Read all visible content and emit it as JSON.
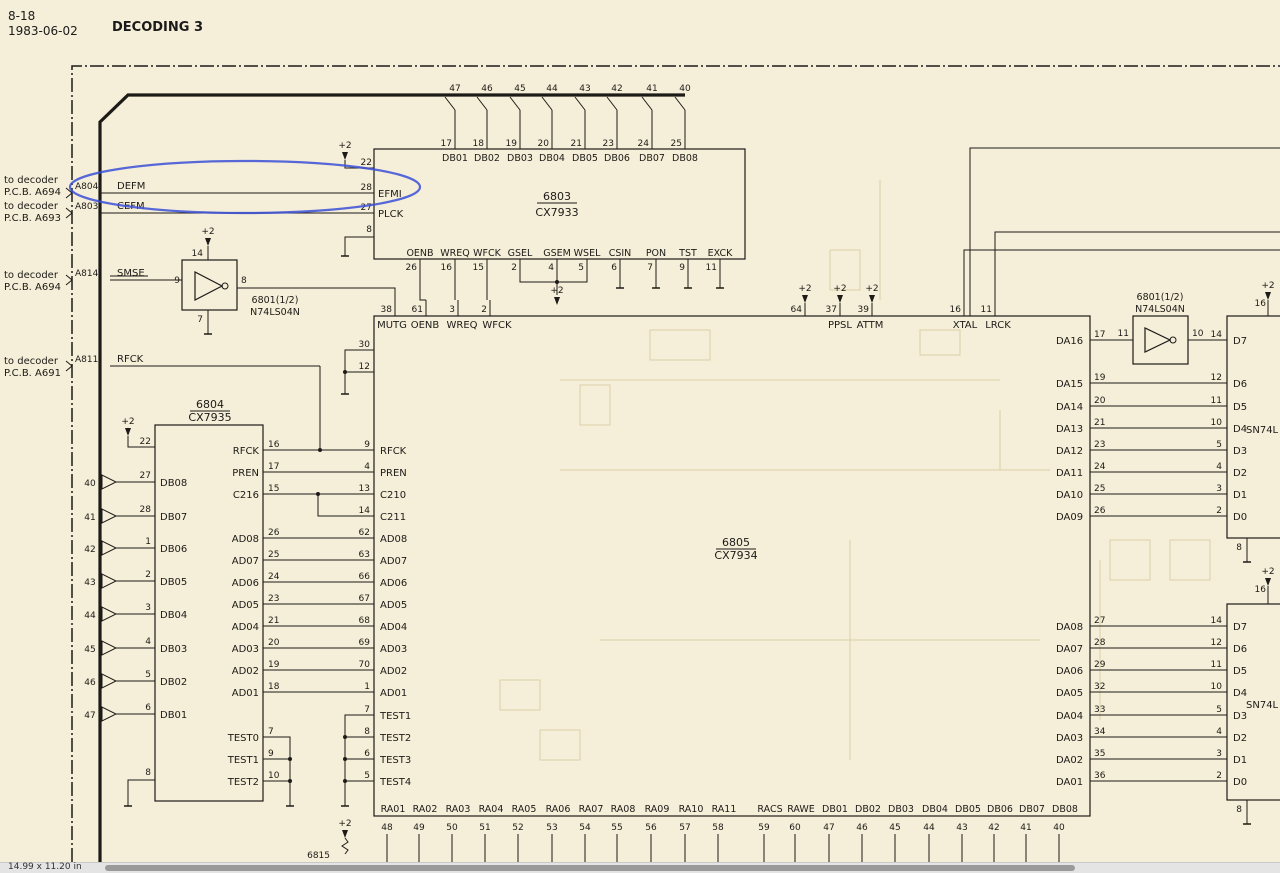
{
  "header": {
    "page_number": "8-18",
    "date": "1983-06-02",
    "title": "DECODING 3"
  },
  "status_bar": {
    "dimensions": "14.99 x 11.20 in"
  },
  "colors": {
    "paper": "#f5eed8",
    "ink": "#1d1b18",
    "highlight": "#3a4fd8"
  },
  "power_label": "+2",
  "offsheet": [
    {
      "label": "to decoder",
      "pcb": "P.C.B. A694",
      "ref": "A804",
      "signal": "DEFM"
    },
    {
      "label": "to decoder",
      "pcb": "P.C.B. A693",
      "ref": "A803",
      "signal": "CEFM"
    },
    {
      "label": "to decoder",
      "pcb": "P.C.B. A694",
      "ref": "A814",
      "signal": "SMSE"
    },
    {
      "label": "to decoder",
      "pcb": "P.C.B. A691",
      "ref": "A811",
      "signal": "RFCK"
    }
  ],
  "ic_6803": {
    "ref": "6803",
    "part": "CX7933",
    "top_pins": [
      {
        "name": "DB01",
        "pin": "17",
        "bus": "47"
      },
      {
        "name": "DB02",
        "pin": "18",
        "bus": "46"
      },
      {
        "name": "DB03",
        "pin": "19",
        "bus": "45"
      },
      {
        "name": "DB04",
        "pin": "20",
        "bus": "44"
      },
      {
        "name": "DB05",
        "pin": "21",
        "bus": "43"
      },
      {
        "name": "DB06",
        "pin": "23",
        "bus": "42"
      },
      {
        "name": "DB07",
        "pin": "24",
        "bus": "41"
      },
      {
        "name": "DB08",
        "pin": "25",
        "bus": "40"
      }
    ],
    "left_pins": [
      {
        "name": "",
        "pin": "22"
      },
      {
        "name": "EFMI",
        "pin": "28"
      },
      {
        "name": "PLCK",
        "pin": "27"
      },
      {
        "name": "",
        "pin": "8"
      }
    ],
    "bottom_pins": [
      {
        "name": "OENB",
        "pin": "26"
      },
      {
        "name": "WREQ",
        "pin": "16"
      },
      {
        "name": "WFCK",
        "pin": "15"
      },
      {
        "name": "GSEL",
        "pin": "2"
      },
      {
        "name": "GSEM",
        "pin": "4"
      },
      {
        "name": "WSEL",
        "pin": "5"
      },
      {
        "name": "CSIN",
        "pin": "6"
      },
      {
        "name": "PON",
        "pin": "7"
      },
      {
        "name": "TST",
        "pin": "9"
      },
      {
        "name": "EXCK",
        "pin": "11"
      }
    ]
  },
  "buffer_left": {
    "ref": "6801(1/2)",
    "part": "N74LS04N",
    "pin_in": "9",
    "pin_out": "8",
    "pin_vcc": "14",
    "pin_gnd": "7"
  },
  "buffer_right": {
    "ref": "6801(1/2)",
    "part": "N74LS04N",
    "pin_in": "11",
    "pin_out": "10"
  },
  "ic_6804": {
    "ref": "6804",
    "part": "CX7935",
    "vcc_pin": "22",
    "gnd_pin": "8",
    "left_pins": [
      {
        "name": "DB08",
        "pin": "27",
        "bus": "40"
      },
      {
        "name": "DB07",
        "pin": "28",
        "bus": "41"
      },
      {
        "name": "DB06",
        "pin": "1",
        "bus": "42"
      },
      {
        "name": "DB05",
        "pin": "2",
        "bus": "43"
      },
      {
        "name": "DB04",
        "pin": "3",
        "bus": "44"
      },
      {
        "name": "DB03",
        "pin": "4",
        "bus": "45"
      },
      {
        "name": "DB02",
        "pin": "5",
        "bus": "46"
      },
      {
        "name": "DB01",
        "pin": "6",
        "bus": "47"
      }
    ],
    "right_pins": [
      {
        "name": "RFCK",
        "pin": "16"
      },
      {
        "name": "PREN",
        "pin": "17"
      },
      {
        "name": "C216",
        "pin": "15"
      },
      {
        "name": "AD08",
        "pin": "26"
      },
      {
        "name": "AD07",
        "pin": "25"
      },
      {
        "name": "AD06",
        "pin": "24"
      },
      {
        "name": "AD05",
        "pin": "23"
      },
      {
        "name": "AD04",
        "pin": "21"
      },
      {
        "name": "AD03",
        "pin": "20"
      },
      {
        "name": "AD02",
        "pin": "19"
      },
      {
        "name": "AD01",
        "pin": "18"
      },
      {
        "name": "TEST0",
        "pin": "7"
      },
      {
        "name": "TEST1",
        "pin": "9"
      },
      {
        "name": "TEST2",
        "pin": "10"
      }
    ]
  },
  "ic_6805": {
    "ref": "6805",
    "part": "CX7934",
    "top_pins": [
      {
        "name": "MUTG",
        "pin": "38"
      },
      {
        "name": "OENB",
        "pin": "61"
      },
      {
        "name": "WREQ",
        "pin": "3"
      },
      {
        "name": "WFCK",
        "pin": "2"
      },
      {
        "name": "PPSL",
        "pin": "64"
      },
      {
        "name": "ATTM",
        "pin": "37"
      },
      {
        "name": "",
        "pin": "39"
      },
      {
        "name": "XTAL",
        "pin": "16"
      },
      {
        "name": "LRCK",
        "pin": "11"
      }
    ],
    "left_pins_top": [
      "30",
      "12"
    ],
    "left_pins": [
      {
        "name": "RFCK",
        "pin": "9"
      },
      {
        "name": "PREN",
        "pin": "4"
      },
      {
        "name": "C210",
        "pin": "13"
      },
      {
        "name": "C211",
        "pin": "14"
      },
      {
        "name": "AD08",
        "pin": "62"
      },
      {
        "name": "AD07",
        "pin": "63"
      },
      {
        "name": "AD06",
        "pin": "66"
      },
      {
        "name": "AD05",
        "pin": "67"
      },
      {
        "name": "AD04",
        "pin": "68"
      },
      {
        "name": "AD03",
        "pin": "69"
      },
      {
        "name": "AD02",
        "pin": "70"
      },
      {
        "name": "AD01",
        "pin": "1"
      },
      {
        "name": "TEST1",
        "pin": "7"
      },
      {
        "name": "TEST2",
        "pin": "8"
      },
      {
        "name": "TEST3",
        "pin": "6"
      },
      {
        "name": "TEST4",
        "pin": "5"
      }
    ],
    "right_pins": [
      {
        "name": "DA16",
        "pin": "17"
      },
      {
        "name": "DA15",
        "pin": "19"
      },
      {
        "name": "DA14",
        "pin": "20"
      },
      {
        "name": "DA13",
        "pin": "21"
      },
      {
        "name": "DA12",
        "pin": "23"
      },
      {
        "name": "DA11",
        "pin": "24"
      },
      {
        "name": "DA10",
        "pin": "25"
      },
      {
        "name": "DA09",
        "pin": "26"
      },
      {
        "name": "DA08",
        "pin": "27"
      },
      {
        "name": "DA07",
        "pin": "28"
      },
      {
        "name": "DA06",
        "pin": "29"
      },
      {
        "name": "DA05",
        "pin": "32"
      },
      {
        "name": "DA04",
        "pin": "33"
      },
      {
        "name": "DA03",
        "pin": "34"
      },
      {
        "name": "DA02",
        "pin": "35"
      },
      {
        "name": "DA01",
        "pin": "36"
      }
    ],
    "bottom_pins": [
      {
        "name": "RA01",
        "pin": "48"
      },
      {
        "name": "RA02",
        "pin": "49"
      },
      {
        "name": "RA03",
        "pin": "50"
      },
      {
        "name": "RA04",
        "pin": "51"
      },
      {
        "name": "RA05",
        "pin": "52"
      },
      {
        "name": "RA06",
        "pin": "53"
      },
      {
        "name": "RA07",
        "pin": "54"
      },
      {
        "name": "RA08",
        "pin": "55"
      },
      {
        "name": "RA09",
        "pin": "56"
      },
      {
        "name": "RA10",
        "pin": "57"
      },
      {
        "name": "RA11",
        "pin": "58"
      },
      {
        "name": "RACS",
        "pin": "59"
      },
      {
        "name": "RAWE",
        "pin": "60"
      },
      {
        "name": "DB01",
        "pin": "47"
      },
      {
        "name": "DB02",
        "pin": "46"
      },
      {
        "name": "DB03",
        "pin": "45"
      },
      {
        "name": "DB04",
        "pin": "44"
      },
      {
        "name": "DB05",
        "pin": "43"
      },
      {
        "name": "DB06",
        "pin": "42"
      },
      {
        "name": "DB07",
        "pin": "41"
      },
      {
        "name": "DB08",
        "pin": "40"
      }
    ]
  },
  "ic_right_top": {
    "part": "SN74L",
    "vcc_pin": "16",
    "gnd_pin": "8",
    "pins": [
      {
        "name": "D7",
        "pin": "14"
      },
      {
        "name": "D6",
        "pin": "12"
      },
      {
        "name": "D5",
        "pin": "11"
      },
      {
        "name": "D4",
        "pin": "10"
      },
      {
        "name": "D3",
        "pin": "5"
      },
      {
        "name": "D2",
        "pin": "4"
      },
      {
        "name": "D1",
        "pin": "3"
      },
      {
        "name": "D0",
        "pin": "2"
      }
    ]
  },
  "ic_right_bottom": {
    "part": "SN74L",
    "vcc_pin": "16",
    "gnd_pin": "8",
    "pins": [
      {
        "name": "D7",
        "pin": "14"
      },
      {
        "name": "D6",
        "pin": "12"
      },
      {
        "name": "D5",
        "pin": "11"
      },
      {
        "name": "D4",
        "pin": "10"
      },
      {
        "name": "D3",
        "pin": "5"
      },
      {
        "name": "D2",
        "pin": "4"
      },
      {
        "name": "D1",
        "pin": "3"
      },
      {
        "name": "D0",
        "pin": "2"
      }
    ]
  },
  "ref_6815": "6815"
}
